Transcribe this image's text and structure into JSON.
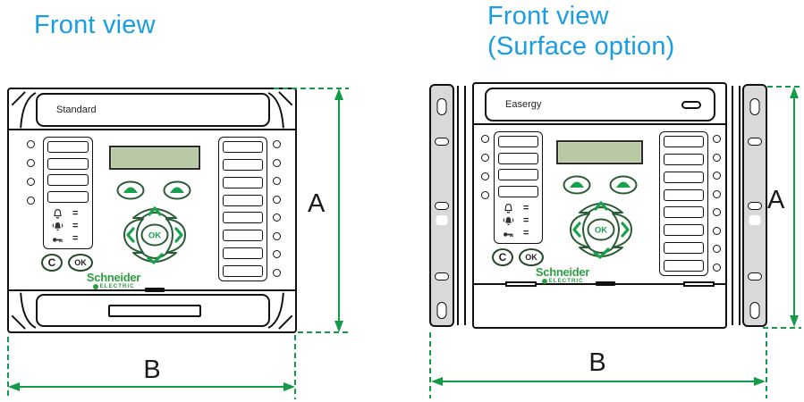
{
  "titles": {
    "left": "Front view",
    "right_line1": "Front view",
    "right_line2": "(Surface option)"
  },
  "dimensions": {
    "height_label": "A",
    "width_label": "B"
  },
  "devices": {
    "standard": {
      "name_label": "Standard",
      "left_led_count": 4,
      "left_slot_count": 4,
      "right_led_count": 8,
      "right_slot_count": 8,
      "indicator_equals": [
        "=",
        "=",
        "="
      ],
      "clear_button": "C",
      "ok_button": "OK",
      "nav_ok_button": "OK",
      "brand_line1": "Schneider",
      "brand_line2": "Electric"
    },
    "surface": {
      "name_label": "Easergy",
      "left_led_count": 4,
      "left_slot_count": 4,
      "right_led_count": 8,
      "right_slot_count": 8,
      "indicator_equals": [
        "=",
        "=",
        "="
      ],
      "clear_button": "C",
      "ok_button": "OK",
      "nav_ok_button": "OK",
      "brand_line1": "Schneider",
      "brand_line2": "Electric"
    }
  },
  "colors": {
    "accent_blue": "#1b9de2",
    "dimension_green": "#149b48",
    "device_outline": "#111111",
    "lcd_fill": "#b9c8a5",
    "flange_gray": "#d9d9d9",
    "brand_green": "#2f9e41"
  }
}
